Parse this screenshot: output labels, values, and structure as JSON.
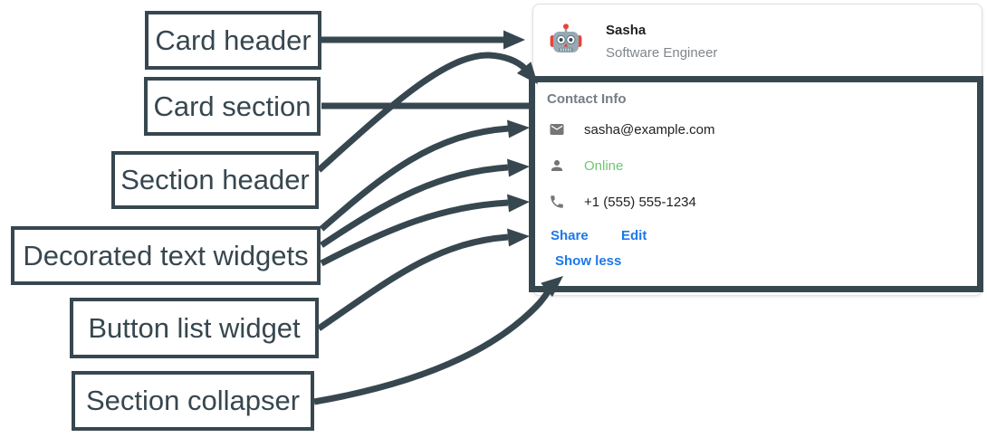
{
  "colors": {
    "annotation_dark": "#37474F",
    "link_blue": "#1C78EA",
    "online_green": "#6FC675",
    "icon_gray": "#757575",
    "subtitle_gray": "#80868B"
  },
  "annotations": [
    {
      "label": "Card header"
    },
    {
      "label": "Card section"
    },
    {
      "label": "Section header"
    },
    {
      "label": "Decorated text widgets"
    },
    {
      "label": "Button list widget"
    },
    {
      "label": "Section collapser"
    }
  ],
  "card": {
    "header": {
      "avatar_icon": "robot-avatar",
      "name": "Sasha",
      "title": "Software Engineer"
    },
    "section": {
      "title": "Contact Info",
      "rows": [
        {
          "icon": "email-icon",
          "text": "sasha@example.com"
        },
        {
          "icon": "person-icon",
          "text": "Online"
        },
        {
          "icon": "phone-icon",
          "text": "+1 (555) 555-1234"
        }
      ],
      "buttons": [
        {
          "label": "Share"
        },
        {
          "label": "Edit"
        }
      ],
      "collapser_label": "Show less"
    }
  }
}
